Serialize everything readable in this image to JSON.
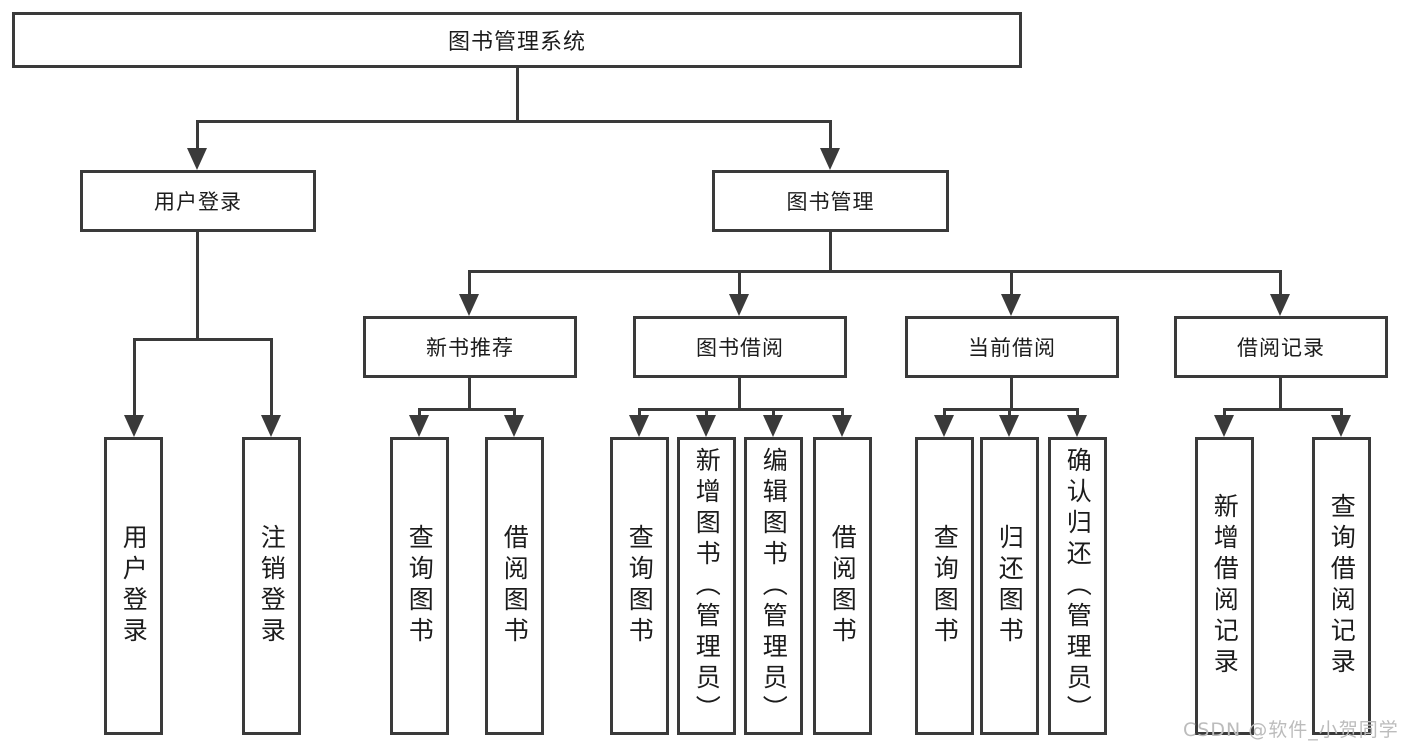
{
  "diagram": {
    "root": {
      "label": "图书管理系统"
    },
    "branches": [
      {
        "label": "用户登录",
        "children": [
          {
            "label": "用户登录"
          },
          {
            "label": "注销登录"
          }
        ]
      },
      {
        "label": "图书管理",
        "children": [
          {
            "label": "新书推荐",
            "children": [
              {
                "label": "查询图书"
              },
              {
                "label": "借阅图书"
              }
            ]
          },
          {
            "label": "图书借阅",
            "children": [
              {
                "label": "查询图书"
              },
              {
                "label": "新增图书（管理员）"
              },
              {
                "label": "编辑图书（管理员）"
              },
              {
                "label": "借阅图书"
              }
            ]
          },
          {
            "label": "当前借阅",
            "children": [
              {
                "label": "查询图书"
              },
              {
                "label": "归还图书"
              },
              {
                "label": "确认归还（管理员）"
              }
            ]
          },
          {
            "label": "借阅记录",
            "children": [
              {
                "label": "新增借阅记录"
              },
              {
                "label": "查询借阅记录"
              }
            ]
          }
        ]
      }
    ],
    "colors": {
      "line": "#3a3a3a",
      "text": "#1c1c1c",
      "background": "#ffffff"
    }
  },
  "watermark": {
    "text": "CSDN @软件_小贺同学",
    "color": "#bcbcbc"
  }
}
